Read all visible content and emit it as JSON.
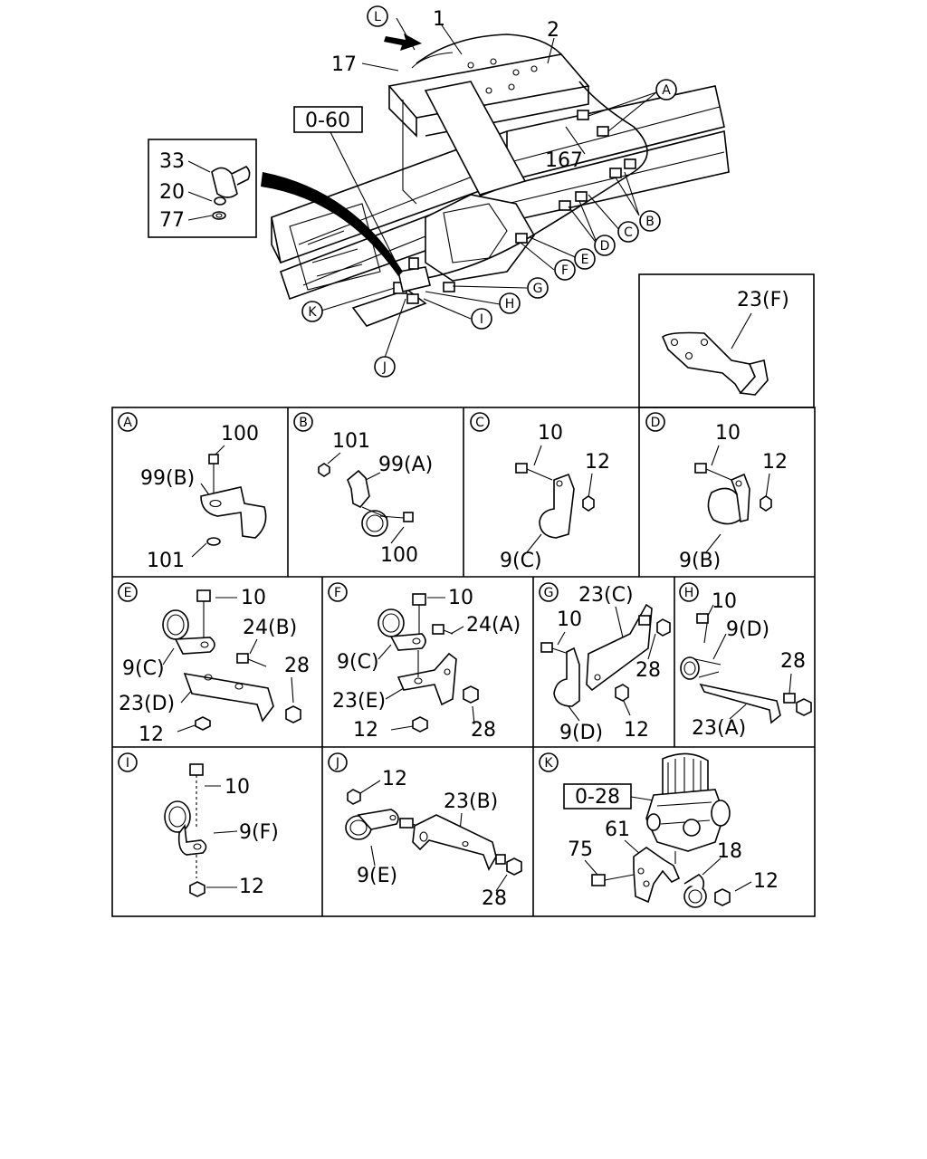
{
  "main": {
    "callouts": {
      "L": "L",
      "A": "A",
      "B": "B",
      "C": "C",
      "D": "D",
      "E": "E",
      "F": "F",
      "G": "G",
      "H": "H",
      "I": "I",
      "J": "J",
      "K": "K"
    },
    "labels": {
      "p1": "1",
      "p2": "2",
      "p17": "17",
      "p167": "167"
    },
    "ref_box": "0-60",
    "inset": {
      "p33": "33",
      "p20": "20",
      "p77": "77"
    }
  },
  "panel_f_top": {
    "title": "23(F)"
  },
  "panels": {
    "A": {
      "letter": "A",
      "l1": "100",
      "l2": "99(B)",
      "l3": "101"
    },
    "B": {
      "letter": "B",
      "l1": "101",
      "l2": "99(A)",
      "l3": "100"
    },
    "C": {
      "letter": "C",
      "l1": "10",
      "l2": "12",
      "l3": "9(C)"
    },
    "D": {
      "letter": "D",
      "l1": "10",
      "l2": "12",
      "l3": "9(B)"
    },
    "E": {
      "letter": "E",
      "l1": "10",
      "l2": "24(B)",
      "l3": "9(C)",
      "l4": "28",
      "l5": "23(D)",
      "l6": "12"
    },
    "F": {
      "letter": "F",
      "l1": "10",
      "l2": "24(A)",
      "l3": "9(C)",
      "l4": "23(E)",
      "l5": "28",
      "l6": "12"
    },
    "G": {
      "letter": "G",
      "l1": "23(C)",
      "l2": "10",
      "l3": "28",
      "l4": "9(D)",
      "l5": "12"
    },
    "H": {
      "letter": "H",
      "l1": "10",
      "l2": "9(D)",
      "l3": "28",
      "l4": "23(A)"
    },
    "I": {
      "letter": "I",
      "l1": "10",
      "l2": "9(F)",
      "l3": "12"
    },
    "J": {
      "letter": "J",
      "l1": "12",
      "l2": "23(B)",
      "l3": "9(E)",
      "l4": "28"
    },
    "K": {
      "letter": "K",
      "l0": "0-28",
      "l1": "61",
      "l2": "18",
      "l3": "75",
      "l4": "12"
    }
  }
}
